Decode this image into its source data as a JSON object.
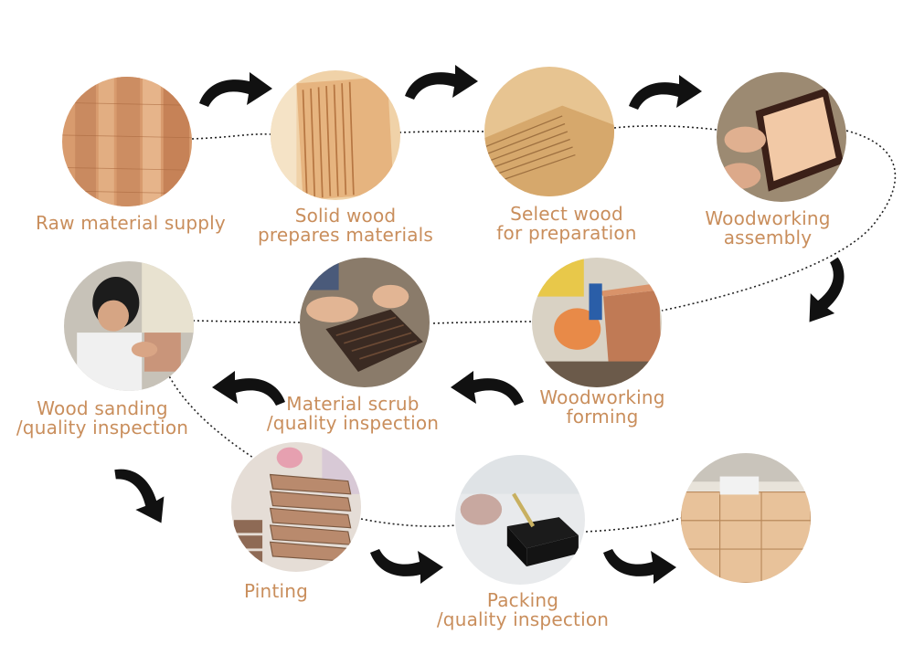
{
  "colors": {
    "label": "#c98e5c",
    "arrow": "#111111",
    "path": "#222222"
  },
  "steps": [
    {
      "id": 1,
      "lines": [
        "Raw material supply"
      ],
      "photo": "raw-wood-stack-photo"
    },
    {
      "id": 2,
      "lines": [
        "Solid wood",
        "prepares materials"
      ],
      "photo": "solid-wood-boards-photo"
    },
    {
      "id": 3,
      "lines": [
        "Select wood",
        "for preparation"
      ],
      "photo": "wood-sheets-photo"
    },
    {
      "id": 4,
      "lines": [
        "Woodworking",
        "assembly"
      ],
      "photo": "box-assembly-photo"
    },
    {
      "id": 5,
      "lines": [
        "Woodworking",
        "forming"
      ],
      "photo": "box-forming-photo"
    },
    {
      "id": 6,
      "lines": [
        "Material scrub",
        "/quality inspection"
      ],
      "photo": "box-scrub-photo"
    },
    {
      "id": 7,
      "lines": [
        "Wood sanding",
        "/quality inspection"
      ],
      "photo": "worker-sanding-photo"
    },
    {
      "id": 8,
      "lines": [
        "Pinting"
      ],
      "photo": "painted-boxes-photo"
    },
    {
      "id": 9,
      "lines": [
        "Packing",
        "/quality inspection"
      ],
      "photo": "packing-black-box-photo"
    },
    {
      "id": 10,
      "lines": [],
      "photo": "shipping-cartons-photo"
    }
  ],
  "arrows": [
    "right",
    "right",
    "right",
    "down-left",
    "left",
    "left",
    "down-right",
    "right",
    "right"
  ]
}
